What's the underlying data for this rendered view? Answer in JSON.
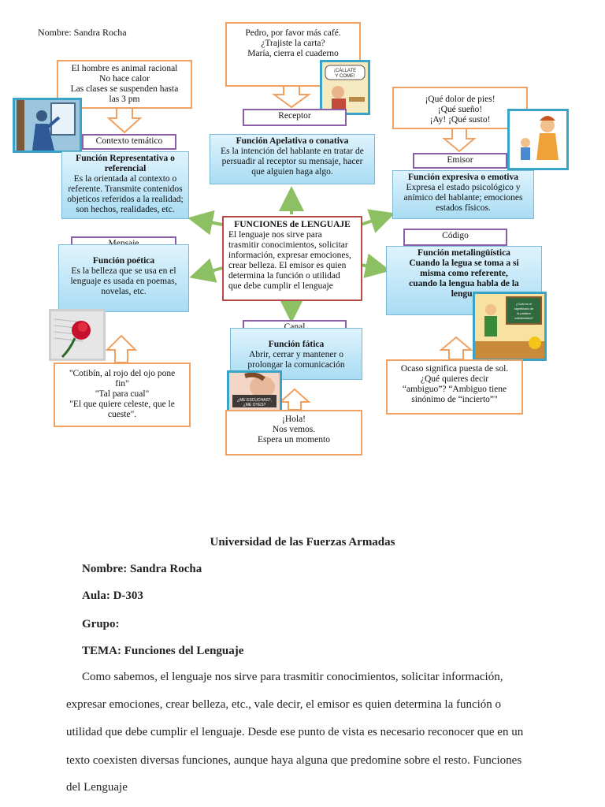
{
  "header_name": "Nombre: Sandra Rocha",
  "map": {
    "center": {
      "title": "FUNCIONES  de LENGUAJE",
      "lines": [
        "El lenguaje nos sirve para",
        "trasmitir conocimientos, solicitar",
        "información, expresar emociones,",
        "crear belleza. El emisor es quien",
        "determina la función o utilidad",
        "que debe cumplir el lenguaje"
      ]
    },
    "referencial": {
      "examples": [
        "El hombre es animal racional",
        "No hace calor",
        "Las clases se suspenden hasta",
        "las 3 pm"
      ],
      "label": "Contexto temático",
      "title": "Función Representativa o referencial",
      "lines": [
        "Es la orientada al contexto o",
        "referente. Transmite contenidos",
        "objeticos referidos a la realidad;",
        "son hechos, realidades, etc."
      ]
    },
    "apelativa": {
      "examples": [
        "Pedro, por favor más café.",
        "¿Trajiste la carta?",
        "María, cierra el cuaderno"
      ],
      "label": "Receptor",
      "title": "Función Apelativa o conativa",
      "lines": [
        "Es la intención del hablante en tratar de",
        "persuadir al receptor su mensaje, hacer",
        "que alguien haga algo."
      ],
      "image_text": "¡CÁLLATE Y COME!"
    },
    "expresiva": {
      "examples": [
        "¡Qué dolor de pies!",
        "¡Qué sueño!",
        "¡Ay! ¡Qué susto!"
      ],
      "label": "Emisor",
      "title": "Función expresiva o emotiva",
      "lines": [
        "Expresa el estado psicológico y",
        "anímico del hablante; emociones",
        "estados físicos."
      ]
    },
    "poetica": {
      "label": "Mensaje",
      "title": "Función poética",
      "lines": [
        "Es la belleza que se usa en el",
        "lenguaje es usada en poemas,",
        "novelas, etc."
      ],
      "examples": [
        "\"Cotibín, al rojo del ojo pone",
        "fin\"",
        "\"Tal para cual\"",
        "\"El que quiere celeste, que le",
        "cueste\"."
      ]
    },
    "metalinguistica": {
      "label": "Código",
      "title_lines": [
        "Función metalingüística",
        "Cuando la legua se toma a si",
        "misma como referente,",
        "cuando la lengua habla de la",
        "lengua"
      ],
      "examples": [
        "Ocaso significa puesta de sol.",
        "¿Qué quieres decir",
        "“ambiguo”? “Ambiguo tiene",
        "sinónimo de “incierto”\""
      ],
      "image_text": "¿Cuál es el significado de la palabra cotidianidad?"
    },
    "fatica": {
      "label": "Canal",
      "title": "Función fática",
      "lines": [
        "Abrir, cerrar y mantener o",
        "prolongar la comunicación"
      ],
      "examples": [
        "¡Hola!",
        "Nos vemos.",
        "Espera un momento"
      ],
      "image_text": "¿ME ESCUCHAS?, ¿ME OYES?"
    }
  },
  "document": {
    "university": "Universidad de las Fuerzas Armadas",
    "name": "Nombre: Sandra Rocha",
    "aula": "Aula: D-303",
    "grupo": "Grupo:",
    "tema": "TEMA: Funciones del Lenguaje",
    "paragraph_lines": [
      "Como sabemos, el lenguaje nos sirve para trasmitir conocimientos, solicitar información,",
      "expresar emociones, crear belleza, etc., vale decir, el emisor es quien determina la función o",
      "utilidad que debe cumplir el lenguaje. Desde ese punto de vista es necesario reconocer que en un",
      "texto coexisten diversas funciones, aunque haya alguna que predomine sobre el resto. Funciones",
      "del Lenguaje"
    ]
  }
}
